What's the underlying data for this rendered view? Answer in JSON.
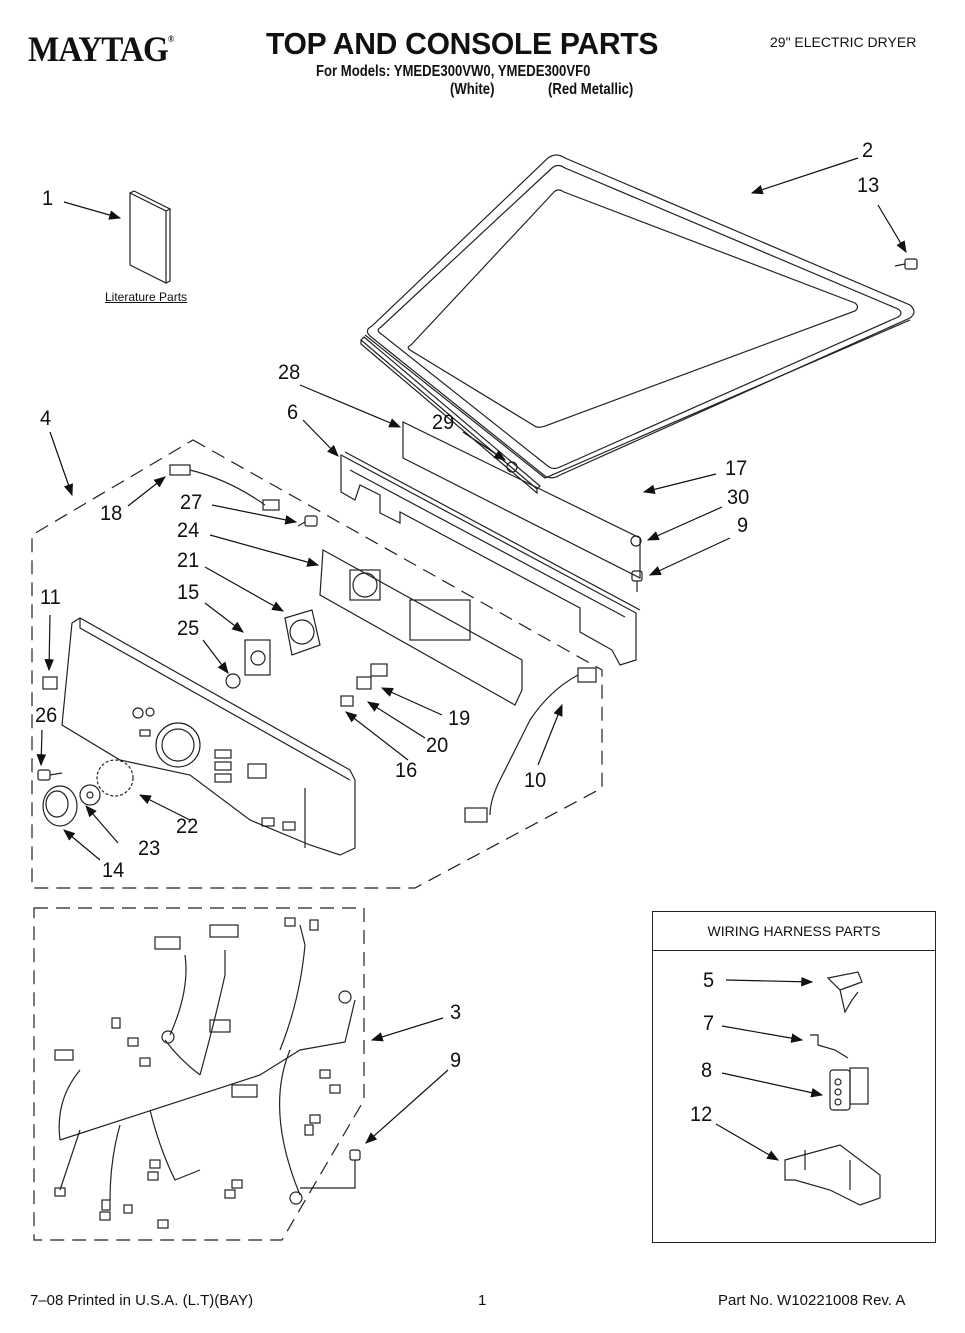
{
  "header": {
    "brand": "MAYTAG",
    "brand_mark": "®",
    "title": "TOP AND CONSOLE PARTS",
    "product": "29\" ELECTRIC DRYER",
    "models_line": "For Models: YMEDE300VW0, YMEDE300VF0",
    "model_colors": [
      "(White)",
      "(Red Metallic)"
    ]
  },
  "literature_label": "Literature Parts",
  "wiring_harness_box": {
    "title": "WIRING HARNESS PARTS",
    "callouts": [
      "5",
      "7",
      "8",
      "12"
    ]
  },
  "callouts": {
    "c1": "1",
    "c2": "2",
    "c3": "3",
    "c4": "4",
    "c6": "6",
    "c9a": "9",
    "c9b": "9",
    "c10": "10",
    "c11": "11",
    "c13": "13",
    "c14": "14",
    "c15": "15",
    "c16": "16",
    "c17": "17",
    "c18": "18",
    "c19": "19",
    "c20": "20",
    "c21": "21",
    "c22": "22",
    "c23": "23",
    "c24": "24",
    "c25": "25",
    "c26": "26",
    "c27": "27",
    "c28": "28",
    "c29": "29",
    "c30": "30"
  },
  "footer": {
    "print_info": "7–08 Printed in U.S.A. (L.T)(BAY)",
    "page_number": "1",
    "part_number": "Part No. W10221008 Rev. A"
  }
}
